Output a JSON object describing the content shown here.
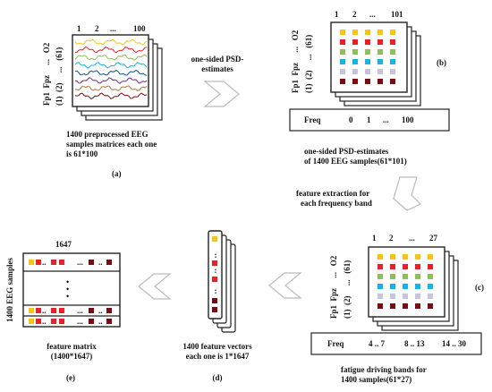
{
  "colors": {
    "yellow": "#f5c518",
    "red": "#e8202a",
    "green": "#8fbf59",
    "cyan": "#14b4e6",
    "lavender": "#c9c3dc",
    "maroon": "#7a0c10",
    "wave_colors": [
      "#f5c518",
      "#e8202a",
      "#8fbf59",
      "#14b4e6",
      "#0050a0",
      "#7a3080",
      "#b07a3c",
      "#7a0c10"
    ]
  },
  "panel_a": {
    "col_labels": [
      "1",
      "2",
      "...",
      "100"
    ],
    "row_labels": [
      "Fp1",
      "Fpz",
      "...",
      "O2"
    ],
    "row_index_labels": [
      "(1)",
      "(2)",
      "...",
      "(61)"
    ],
    "caption": [
      "1400 preprocessed EEG",
      "samples matrices each one",
      "is 61*100"
    ],
    "letter": "(a)"
  },
  "arrow_ab_label": [
    "one-sided PSD-",
    "estimates"
  ],
  "panel_b": {
    "col_labels": [
      "1",
      "2",
      "...",
      "101"
    ],
    "row_labels": [
      "Fp1",
      "Fpz",
      "...",
      "O2"
    ],
    "row_index_labels": [
      "(1)",
      "(2)",
      "...",
      "(61)"
    ],
    "freq_label": "Freq",
    "freq_values": [
      "0",
      "1",
      "...",
      "100"
    ],
    "caption": [
      "one-sided PSD-estimates",
      "of 1400 EEG samples(61*101)"
    ],
    "letter": "(b)"
  },
  "arrow_bc_label": [
    "feature extraction for",
    "each frequency band"
  ],
  "panel_c": {
    "col_labels": [
      "1",
      "2",
      "...",
      "27"
    ],
    "row_labels": [
      "Fp1",
      "Fpz",
      "...",
      "O2"
    ],
    "row_index_labels": [
      "(1)",
      "(2)",
      "...",
      "(61)"
    ],
    "freq_label": "Freq",
    "freq_values": [
      "4 .. 7",
      "8 .. 13",
      "14 .. 30"
    ],
    "caption": [
      "fatigue driving bands for",
      "1400 samples(61*27)"
    ],
    "letter": "(c)"
  },
  "panel_d": {
    "dots": ":",
    "caption": [
      "1400 feature vectors",
      "each one is 1*1647"
    ],
    "letter": "(d)"
  },
  "panel_e": {
    "col_count": "1647",
    "side_label": "1400 EEG samples",
    "row_dots": "..",
    "row_ellipsis": "...",
    "caption": [
      "feature matrix",
      "(1400*1647)"
    ],
    "letter": "(e)"
  }
}
